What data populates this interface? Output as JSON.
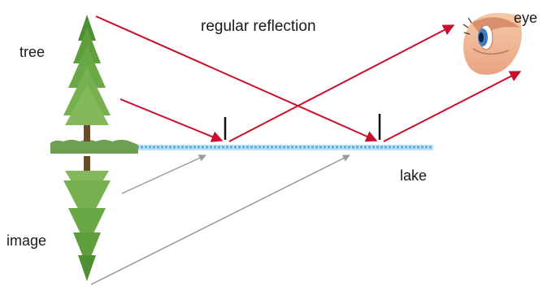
{
  "labels": {
    "title": "regular reflection",
    "tree": "tree",
    "eye": "eye",
    "image": "image",
    "lake": "lake"
  },
  "colors": {
    "incident_ray": "#c8102e",
    "virtual_ray": "#9a9a9a",
    "water": "#5aaee3",
    "bank": "#6e9f52",
    "tree_foliage": "#5f9e3c",
    "trunk": "#6b4a2a",
    "normal": "#111111",
    "text": "#1a1a1a"
  },
  "icons": [
    "tree-icon",
    "tree-image-icon",
    "eye-icon",
    "lake-surface",
    "normal-line"
  ]
}
